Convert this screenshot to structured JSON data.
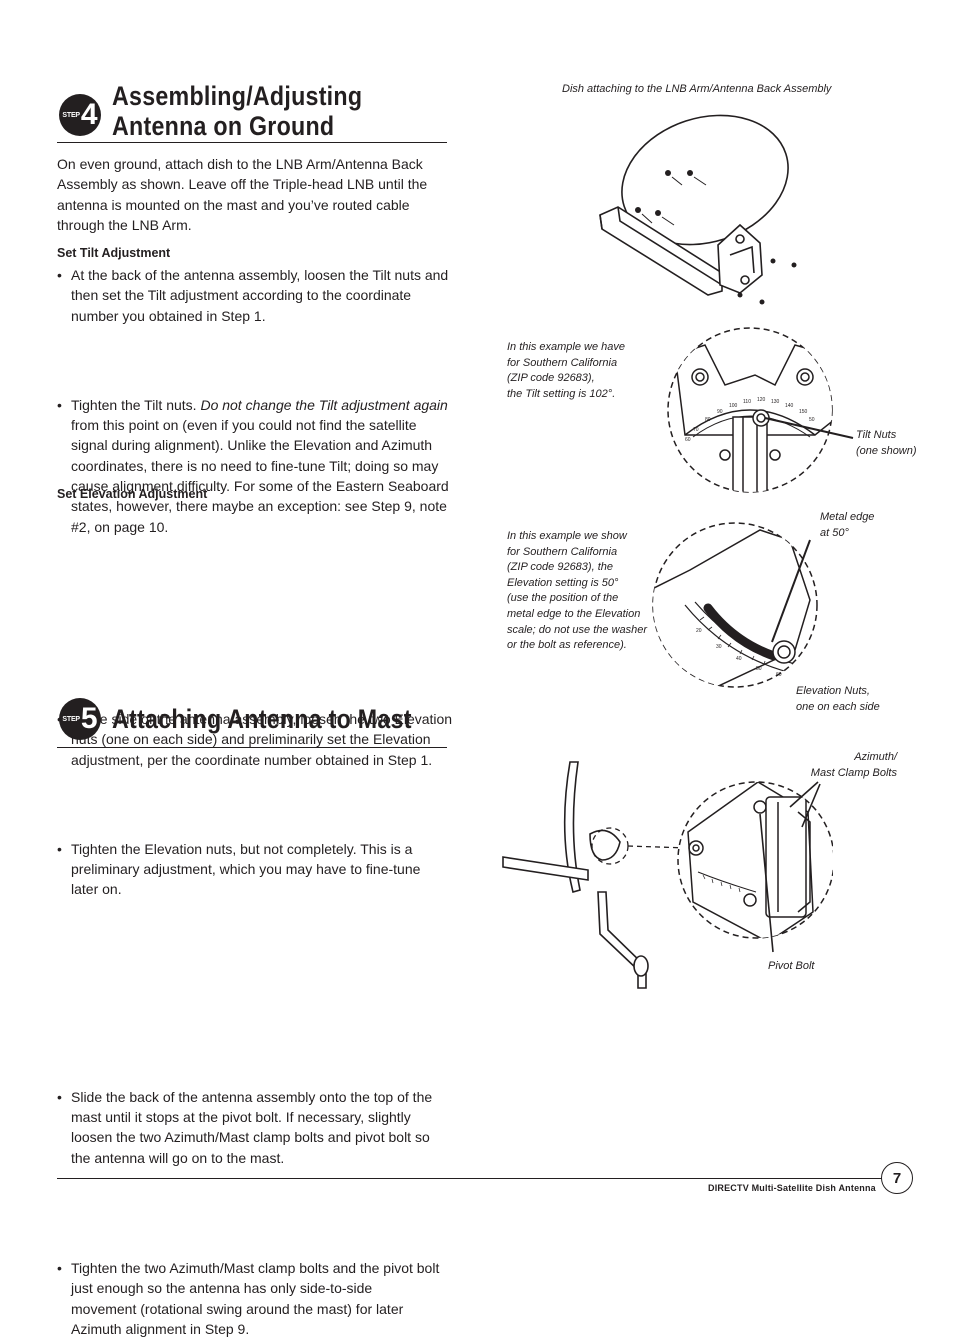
{
  "step4": {
    "badge_word": "STEP",
    "badge_number": "4",
    "title_line1": "Assembling/Adjusting",
    "title_line2": "Antenna on Ground",
    "intro": "On even ground, attach dish to the LNB Arm/Antenna Back Assembly as shown. Leave off the Triple-head LNB until the antenna is mounted on the mast and you’ve routed cable through the LNB Arm.",
    "tilt_heading": "Set Tilt Adjustment",
    "tilt_bullet1": "At the back of the antenna assembly, loosen the Tilt nuts and then set the Tilt adjustment according to the coordinate number you obtained in Step 1.",
    "tilt_bullet2_pre": "Tighten the Tilt nuts. ",
    "tilt_bullet2_italic": "Do not change the Tilt adjustment again",
    "tilt_bullet2_post": " from this point on (even if you could not find the satellite signal during alignment). Unlike the Elevation and Azimuth coordinates, there is no need to fine-tune Tilt; doing so may cause alignment difficulty. For some of the Eastern Seaboard states, however, there maybe an exception: see Step 9, note #2, on page 10.",
    "elev_heading": "Set Elevation Adjustment",
    "elev_bullet1": "At the side of the antenna assembly, loosen the two Elevation nuts (one on each side) and preliminarily set the Elevation adjustment, per the coordinate number obtained in Step 1.",
    "elev_bullet2": "Tighten the Elevation nuts, but not completely. This is a preliminary adjustment, which you may have to fine-tune later on."
  },
  "step5": {
    "badge_word": "STEP",
    "badge_number": "5",
    "title": "Attaching Antenna to Mast",
    "bullet1": "Slide the back of the antenna assembly onto the top of the mast until it stops at the pivot bolt. If necessary, slightly loosen the two Azimuth/Mast clamp bolts and pivot bolt so the antenna will go on to the mast.",
    "bullet2": "Tighten the two Azimuth/Mast clamp bolts and the pivot bolt just enough so the antenna has only side-to-side movement (rotational swing around the mast) for later Azimuth alignment in Step 9."
  },
  "figures": {
    "dish_caption": "Dish attaching to the LNB Arm/Antenna Back Assembly",
    "tilt_caption": [
      "In this example we have",
      "for Southern California",
      "(ZIP code 92683),",
      "the Tilt setting is 102°."
    ],
    "tilt_nuts_label": [
      "Tilt Nuts",
      "(one shown)"
    ],
    "tilt_scale_ticks": [
      "70",
      "80",
      "90",
      "100",
      "110",
      "120",
      "130",
      "140",
      "150",
      "60",
      "50"
    ],
    "elev_caption": [
      "In this example we show",
      "for Southern California",
      "(ZIP code 92683), the",
      "Elevation setting is 50°",
      "(use the position of the",
      "metal edge to the Elevation",
      "scale; do not use the washer",
      "or the bolt as reference)."
    ],
    "metal_edge_label": [
      "Metal edge",
      "at 50°"
    ],
    "elev_nuts_label": [
      "Elevation Nuts,",
      "one on each side"
    ],
    "elev_scale_ticks": [
      "20",
      "30",
      "40",
      "50",
      "60"
    ],
    "azimuth_label": [
      "Azimuth/",
      "Mast Clamp Bolts"
    ],
    "pivot_label": "Pivot Bolt"
  },
  "footer": {
    "text": "DIRECTV Multi-Satellite Dish Antenna",
    "page_number": "7"
  }
}
